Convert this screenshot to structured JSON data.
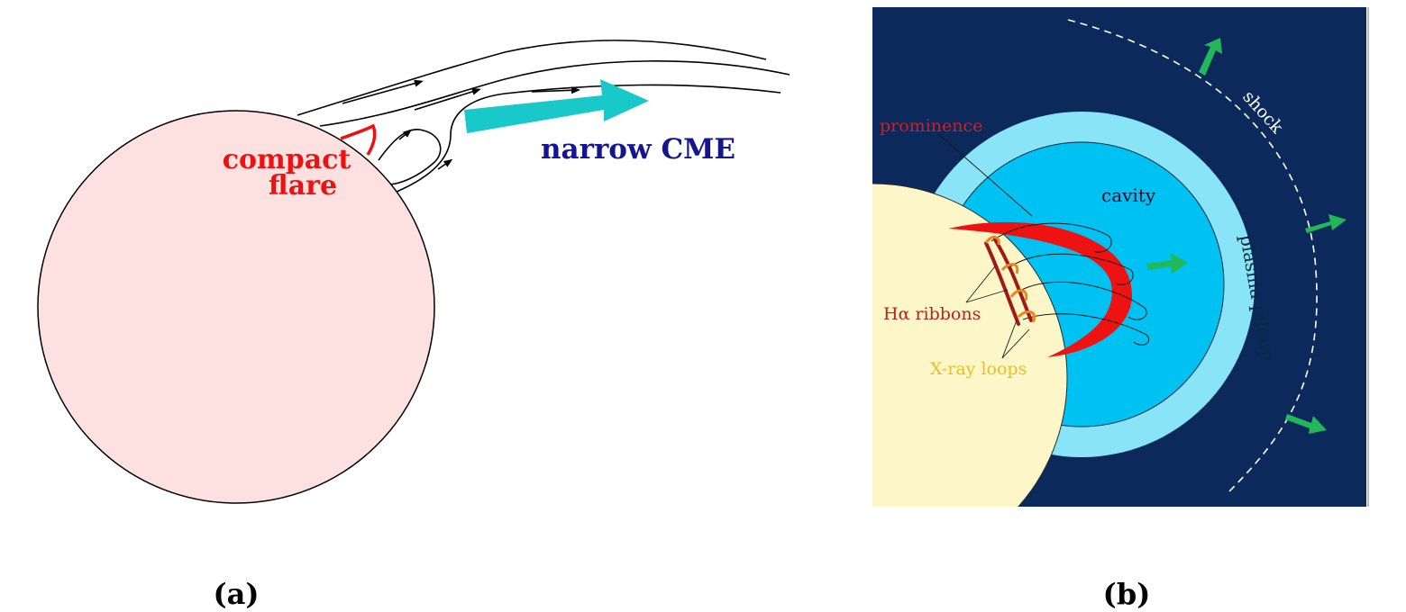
{
  "panel_a": {
    "flare_label_line1": "compact",
    "flare_label_line2": "flare",
    "cme_label": "narrow CME",
    "caption": "(a)",
    "colors": {
      "sun": "#fde0e0",
      "flare": "#ee1111",
      "cme_arrow": "#19c8c8",
      "cme_text": "#151590",
      "field_lines": "#000000"
    }
  },
  "panel_b": {
    "prominence_label": "prominence",
    "cavity_label": "cavity",
    "shock_label": "shock",
    "pileup_label": "plasma pileup",
    "ribbons_label": "Hα ribbons",
    "xray_label": "X-ray loops",
    "caption": "(b)",
    "colors": {
      "background": "#0b2a5b",
      "pileup": "#88e4f6",
      "cavity": "#00c2f2",
      "sun": "#fdf6c8",
      "prominence": "#ee1212",
      "arrows": "#22b85a",
      "shock": "#ffffff",
      "ribbon_text": "#b82020",
      "xray_text": "#e8c020"
    }
  }
}
